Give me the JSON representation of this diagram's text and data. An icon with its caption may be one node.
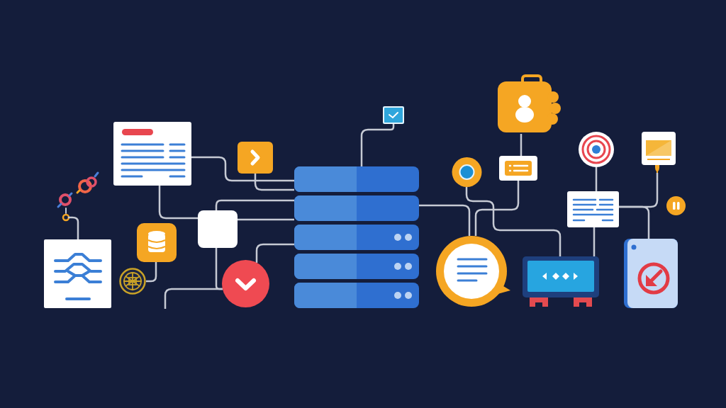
{
  "diagram": {
    "nodes": [
      {
        "text": [],
        "shape": "picture"
      },
      {
        "text": [],
        "shape": "box"
      },
      {
        "text": [],
        "shape": "box"
      },
      {
        "text": [],
        "shape": "box"
      },
      {
        "text": [],
        "shape": "picture"
      },
      {
        "text": [],
        "shape": "box"
      },
      {
        "text": [],
        "shape": "box"
      },
      {
        "text": [],
        "shape": "box"
      },
      {
        "text": [],
        "shape": "circle"
      },
      {
        "text": [],
        "shape": "circle"
      },
      {
        "text": [],
        "shape": "circle"
      },
      {
        "text": [],
        "shape": "picture"
      },
      {
        "text": [],
        "shape": "box"
      },
      {
        "text": [],
        "shape": "circle"
      },
      {
        "text": [],
        "shape": "picture"
      },
      {
        "text": [],
        "shape": "circle"
      },
      {
        "text": [],
        "shape": "picture"
      },
      {
        "text": [],
        "shape": "box"
      },
      {
        "text": [],
        "shape": "circle"
      },
      {
        "text": [],
        "shape": "picture"
      }
    ],
    "edges": [
      {
        "from": 0,
        "to": 5,
        "arrow": "none"
      },
      {
        "from": 1,
        "to": 4,
        "arrow": "none"
      },
      {
        "from": 1,
        "to": 7,
        "arrow": "none"
      },
      {
        "from": 2,
        "to": 4,
        "arrow": "none"
      },
      {
        "from": 3,
        "to": 4,
        "arrow": "none"
      },
      {
        "from": 7,
        "to": 4,
        "arrow": "none"
      },
      {
        "from": 7,
        "to": 4,
        "arrow": "none"
      },
      {
        "from": 7,
        "to": 9,
        "arrow": "none"
      },
      {
        "from": null,
        "to": 9,
        "arrow": "none"
      },
      {
        "from": 9,
        "to": 4,
        "arrow": "none"
      },
      {
        "from": 6,
        "to": 8,
        "arrow": "none"
      },
      {
        "from": 4,
        "to": 13,
        "arrow": "none"
      },
      {
        "from": 12,
        "to": 13,
        "arrow": "none"
      },
      {
        "from": 10,
        "to": 14,
        "arrow": "none"
      },
      {
        "from": 11,
        "to": 12,
        "arrow": "none"
      },
      {
        "from": 15,
        "to": 17,
        "arrow": "none"
      },
      {
        "from": 17,
        "to": 14,
        "arrow": "none"
      },
      {
        "from": 16,
        "to": 17,
        "arrow": "none"
      },
      {
        "from": 17,
        "to": 19,
        "arrow": "none"
      }
    ]
  }
}
